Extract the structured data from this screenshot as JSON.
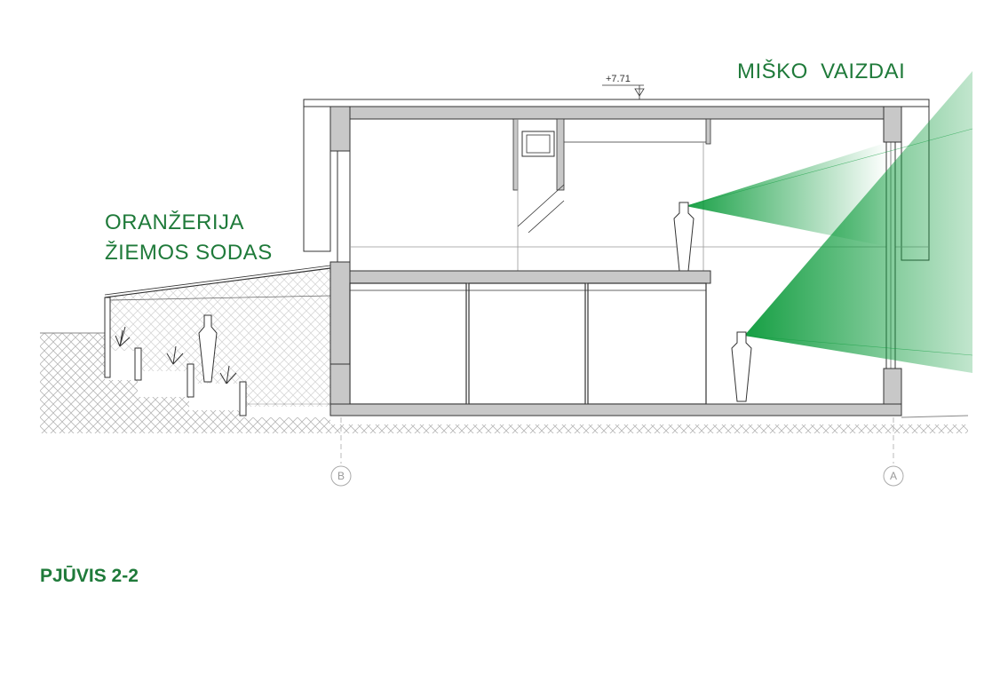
{
  "labels": {
    "forest_views": "MIŠKO  VAIZDAI",
    "greenhouse_line1": "ORANŽERIJA",
    "greenhouse_line2": "ŽIEMOS SODAS",
    "section_title": "PJŪVIS 2-2"
  },
  "elevation": {
    "value": "+7.71"
  },
  "axes": {
    "left": "B",
    "right": "A"
  },
  "colors": {
    "accent_green": "#1f7a3a",
    "view_cone": "#0a9a3a",
    "wall_fill": "#c8c8c8",
    "line": "#3a3a3a"
  }
}
